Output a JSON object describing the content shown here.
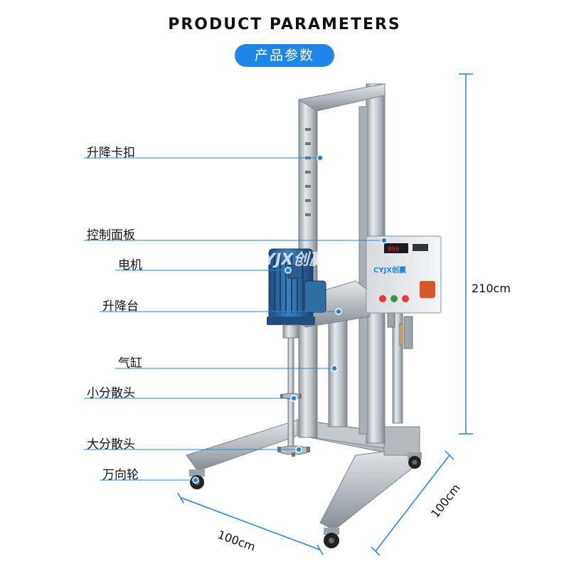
{
  "header": {
    "title": "PRODUCT PARAMETERS",
    "subtitle": "产品参数"
  },
  "callouts": [
    {
      "id": "lift-clip",
      "label": "升降卡扣"
    },
    {
      "id": "control-panel",
      "label": "控制面板"
    },
    {
      "id": "motor",
      "label": "电机"
    },
    {
      "id": "lift-platform",
      "label": "升降台"
    },
    {
      "id": "cylinder",
      "label": "气缸"
    },
    {
      "id": "small-disperser",
      "label": "小分散头"
    },
    {
      "id": "large-disperser",
      "label": "大分散头"
    },
    {
      "id": "caster",
      "label": "万向轮"
    }
  ],
  "dimensions": {
    "height": "210cm",
    "width": "100cm",
    "depth": "100cm"
  },
  "brand": {
    "watermark": "CYJX创赢",
    "panel_logo": "CYJX创赢"
  },
  "colors": {
    "accent": "#1e86e8",
    "motor": "#2f6da3",
    "steel": "#c9ced3"
  }
}
